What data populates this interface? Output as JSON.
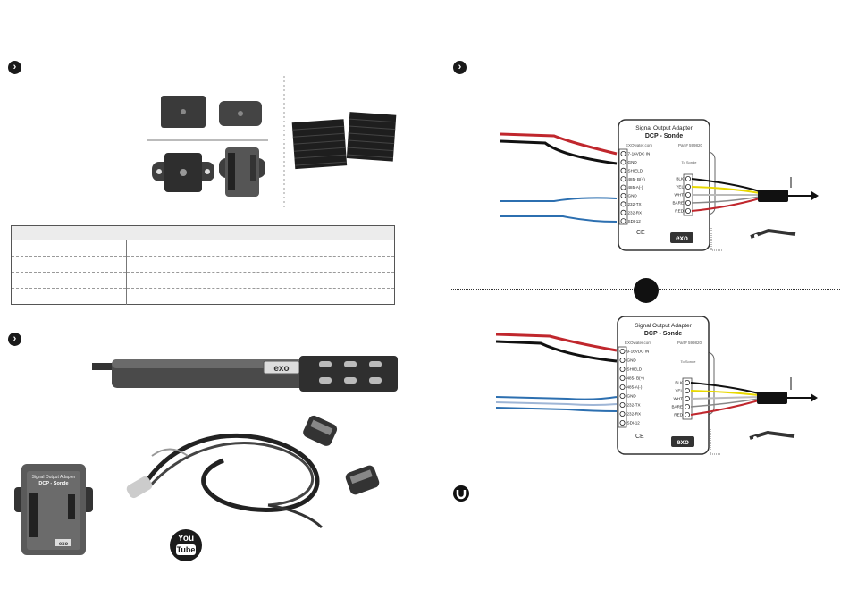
{
  "bullets": [
    "›",
    "›",
    "›"
  ],
  "adapter_top": {
    "title": "Signal Output Adapter",
    "subtitle": "DCP - Sonde",
    "web": "EXOwater.com",
    "part": "Part# 599820",
    "to_sonde": "To Sonde",
    "left_pins": [
      "7-16VDC IN",
      "GND",
      "SHIELD",
      "485- B(+)",
      "485-A(-)",
      "GND",
      "232-TX",
      "232-RX",
      "SDI-12"
    ],
    "right_pins": [
      "BLK",
      "YEL",
      "WHT",
      "BARE",
      "RED"
    ],
    "brand": "exo"
  },
  "adapter_bottom": {
    "title": "Signal Output Adapter",
    "subtitle": "DCP - Sonde",
    "web": "EXOwater.com",
    "part": "Part# 599820",
    "to_sonde": "To Sonde",
    "left_pins": [
      "9-16VDC IN",
      "GND",
      "SHIELD",
      "485- B(+)",
      "485-A(-)",
      "GND",
      "232-TX",
      "232-RX",
      "SDI-12"
    ],
    "right_pins": [
      "BLK",
      "YEL",
      "WHT",
      "BARE",
      "RED"
    ],
    "brand": "exo"
  },
  "sonde_label": "exo",
  "small_adapter": {
    "title": "Signal Output Adapter",
    "subtitle": "DCP - Sonde",
    "brand": "exo"
  },
  "youtube": {
    "you": "You",
    "tube": "Tube"
  },
  "table": {
    "rows": 4
  }
}
